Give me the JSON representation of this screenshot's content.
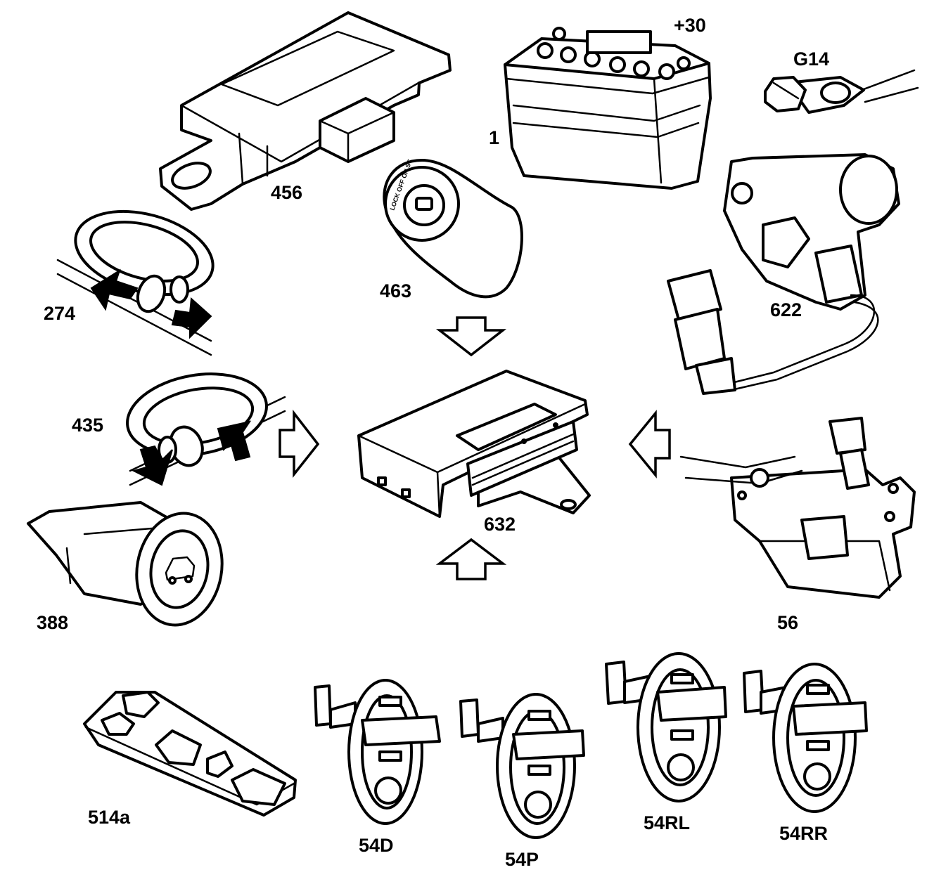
{
  "components": [
    {
      "id": "456",
      "label": "456",
      "icon": "control-module-icon"
    },
    {
      "id": "+30",
      "label": "+30",
      "icon": "battery-terminal-icon"
    },
    {
      "id": "1",
      "label": "1",
      "icon": "battery-icon"
    },
    {
      "id": "G14",
      "label": "G14",
      "icon": "ground-point-icon"
    },
    {
      "id": "463",
      "label": "463",
      "icon": "ignition-switch-icon"
    },
    {
      "id": "622",
      "label": "622",
      "icon": "motor-actuator-icon"
    },
    {
      "id": "274",
      "label": "274",
      "icon": "door-handle-key-icon"
    },
    {
      "id": "435",
      "label": "435",
      "icon": "door-handle-key-icon"
    },
    {
      "id": "632",
      "label": "632",
      "icon": "central-control-unit-icon"
    },
    {
      "id": "56",
      "label": "56",
      "icon": "door-lock-mechanism-icon"
    },
    {
      "id": "388",
      "label": "388",
      "icon": "trunk-release-switch-icon"
    },
    {
      "id": "514a",
      "label": "514a",
      "icon": "window-switch-panel-icon"
    },
    {
      "id": "54D",
      "label": "54D",
      "icon": "door-lock-actuator-icon"
    },
    {
      "id": "54P",
      "label": "54P",
      "icon": "door-lock-actuator-icon"
    },
    {
      "id": "54RL",
      "label": "54RL",
      "icon": "door-lock-actuator-icon"
    },
    {
      "id": "54RR",
      "label": "54RR",
      "icon": "door-lock-actuator-icon"
    }
  ],
  "lock_switch_text": "LOCK OFF ON ST"
}
